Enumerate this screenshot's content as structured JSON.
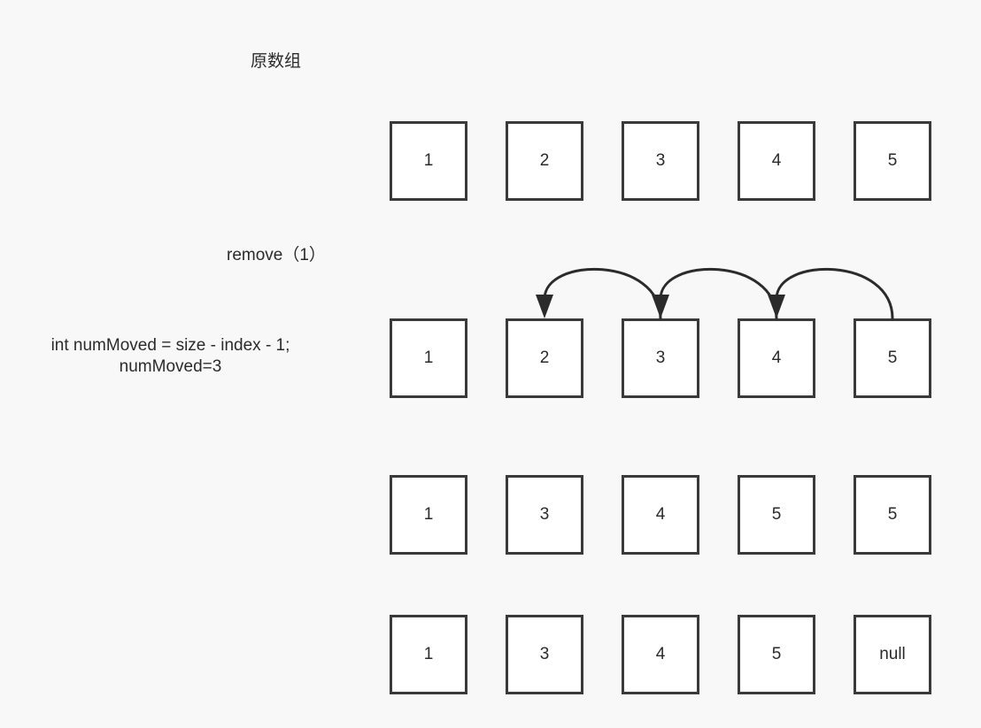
{
  "diagram": {
    "title_label": "原数组",
    "operation_label": "remove（1）",
    "code_line_1": "int numMoved = size - index - 1;",
    "code_line_2": "numMoved=3",
    "colors": {
      "background": "#f8f8f8",
      "box_border": "#3a3a3a",
      "box_fill": "#ffffff",
      "text": "#2b2b2b",
      "arrow": "#2b2b2b"
    },
    "rows": [
      {
        "name": "original-array-row",
        "cells": [
          "1",
          "2",
          "3",
          "4",
          "5"
        ]
      },
      {
        "name": "shifting-array-row",
        "cells": [
          "1",
          "2",
          "3",
          "4",
          "5"
        ]
      },
      {
        "name": "shifted-array-row",
        "cells": [
          "1",
          "3",
          "4",
          "5",
          "5"
        ]
      },
      {
        "name": "nulled-array-row",
        "cells": [
          "1",
          "3",
          "4",
          "5",
          "null"
        ]
      }
    ],
    "arrows": [
      {
        "name": "shift-arrow-3-to-2",
        "from_index": 2,
        "to_index": 1
      },
      {
        "name": "shift-arrow-4-to-3",
        "from_index": 3,
        "to_index": 2
      },
      {
        "name": "shift-arrow-5-to-4",
        "from_index": 4,
        "to_index": 3
      }
    ]
  }
}
